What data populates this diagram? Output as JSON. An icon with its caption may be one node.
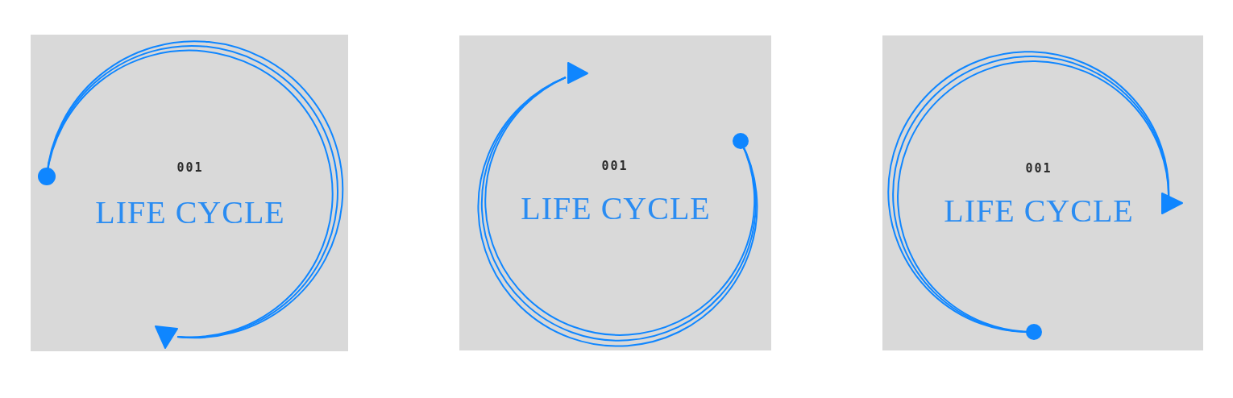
{
  "diagram": {
    "nodes": [
      {
        "text": [
          "001",
          "LIFE CYCLE"
        ]
      },
      {
        "text": [
          "001",
          "LIFE CYCLE"
        ]
      },
      {
        "text": [
          "001",
          "LIFE CYCLE"
        ]
      }
    ]
  }
}
